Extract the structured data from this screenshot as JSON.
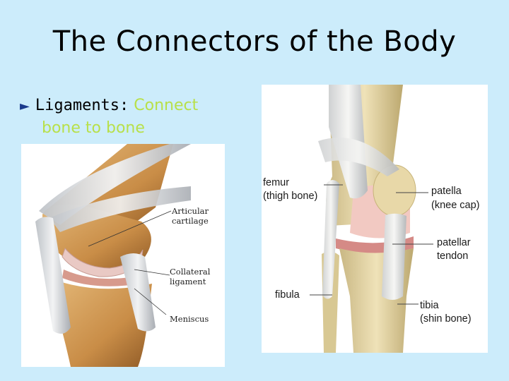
{
  "slide": {
    "title": "The Connectors of the Body",
    "bullet": {
      "marker": "►",
      "term": "Ligaments:",
      "definition_line1": "Connect",
      "definition_line2": "bone to bone"
    }
  },
  "figure_left": {
    "labels": {
      "articular_1": "Articular",
      "articular_2": "cartilage",
      "collateral_1": "Collateral",
      "collateral_2": "ligament",
      "meniscus": "Meniscus"
    }
  },
  "figure_right": {
    "labels": {
      "femur_1": "femur",
      "femur_2": "(thigh bone)",
      "patella_1": "patella",
      "patella_2": "(knee cap)",
      "patellar_tendon_1": "patellar",
      "patellar_tendon_2": "tendon",
      "fibula": "fibula",
      "tibia_1": "tibia",
      "tibia_2": "(shin bone)"
    }
  },
  "colors": {
    "background": "#ccecfb",
    "definition_text": "#b8e04a",
    "bullet_marker": "#1a3a8c"
  }
}
